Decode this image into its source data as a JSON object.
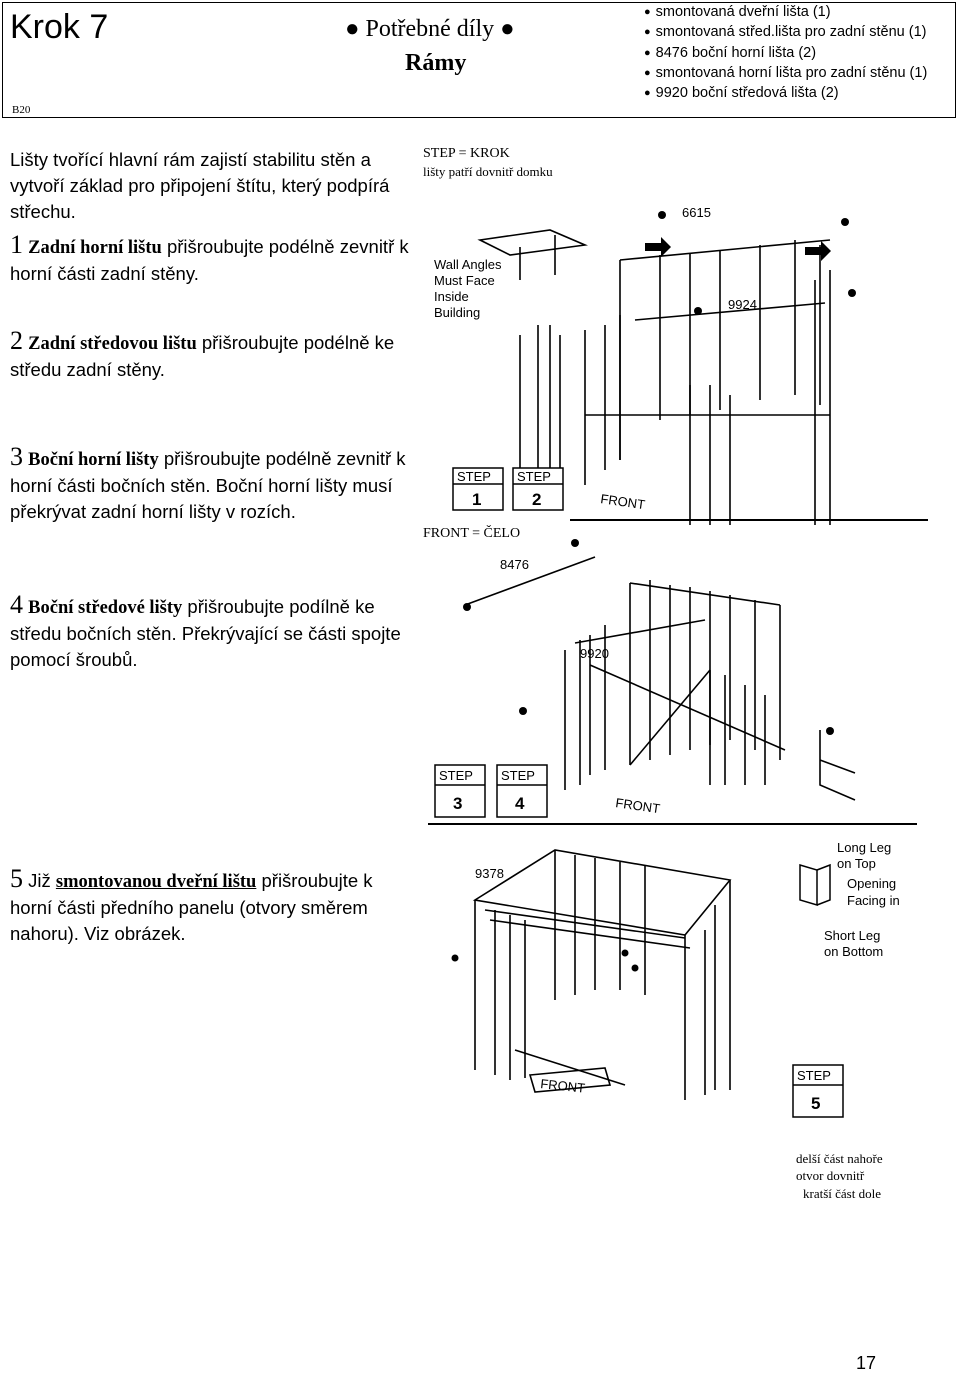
{
  "header": {
    "step_title": "Krok 7",
    "page_code": "B20",
    "parts_heading": "● Potřebné díly ●",
    "parts_subheading": "Rámy",
    "parts": [
      "smontovaná dveřní lišta (1)",
      "smontovaná střed.lišta pro zadní stěnu (1)",
      "8476 boční horní lišta (2)",
      "smontovaná horní lišta pro zadní stěnu (1)",
      "9920 boční středová lišta (2)"
    ]
  },
  "intro": "Lišty tvořící hlavní rám zajistí stabilitu stěn a vytvoří základ pro připojení štítu, který podpírá střechu.",
  "steps": [
    {
      "num": "1",
      "bold": "Zadní horní lištu",
      "rest": " přišroubujte podélně zevnitř k horní části zadní stěny."
    },
    {
      "num": "2",
      "bold": "Zadní středovou lištu",
      "rest": " přišroubujte podélně ke středu zadní stěny."
    },
    {
      "num": "3",
      "bold": "Boční horní lišty",
      "rest": " přišroubujte podélně zevnitř k horní části bočních stěn. Boční horní lišty musí překrývat zadní horní lišty v rozích."
    },
    {
      "num": "4",
      "bold": "Boční středové lišty",
      "rest": " přišroubujte podílně ke středu bočních stěn. Překrývající se části spojte pomocí šroubů."
    },
    {
      "num": "5",
      "pre": " Již ",
      "bold": "smontovanou dveřní lištu",
      "rest": " přišroubujte k horní části předního panelu (otvory směrem nahoru). Viz obrázek."
    }
  ],
  "notes": {
    "step_krok": "STEP = KROK",
    "wall_angles": "lišty patří dovnitř domku",
    "front_celo": "FRONT = ČELO",
    "long_leg": "delší část nahoře",
    "opening": "otvor dovnitř",
    "short_leg": "kratší část dole"
  },
  "figure1": {
    "part_labels": [
      "6615",
      "9924"
    ],
    "callout": [
      "Wall Angles",
      "Must Face",
      "Inside",
      "Building"
    ],
    "step_word": "STEP",
    "step_numbers": [
      "1",
      "2"
    ],
    "front": "FRONT"
  },
  "figure2": {
    "part_labels": [
      "8476",
      "9920"
    ],
    "step_word": "STEP",
    "step_numbers": [
      "3",
      "4"
    ],
    "front": "FRONT"
  },
  "figure3": {
    "part_labels": [
      "9378"
    ],
    "callout": [
      "Long Leg",
      "on Top",
      "Opening",
      "Facing in",
      "Short Leg",
      "on Bottom"
    ],
    "step_word": "STEP",
    "step_numbers": [
      "5"
    ],
    "front": "FRONT"
  },
  "page_number": "17"
}
